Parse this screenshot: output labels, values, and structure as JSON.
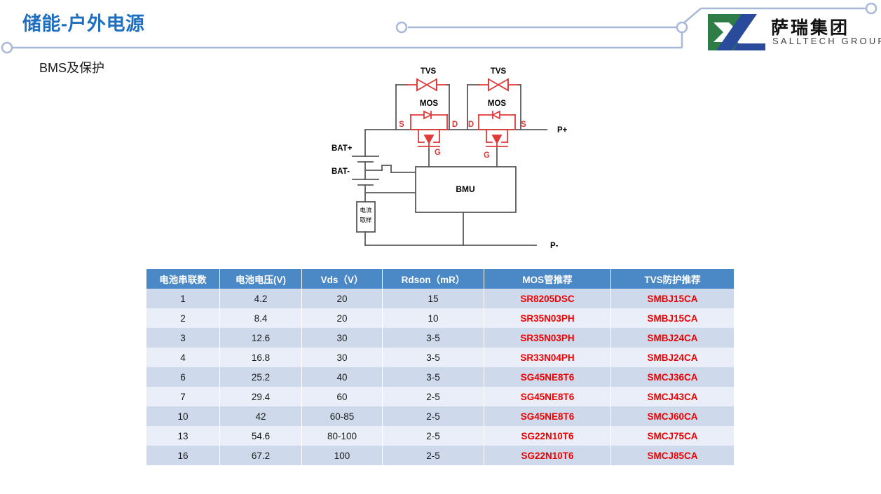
{
  "header": {
    "title": "储能-户外电源",
    "subtitle": "BMS及保护",
    "accent_color": "#1F6FC0",
    "connector_color": "#A8B8D8"
  },
  "logo": {
    "name_cn": "萨瑞集团",
    "name_en": "SALLTECH GROUP",
    "green": "#2E7D46",
    "blue": "#2A4B9B"
  },
  "diagram": {
    "labels": {
      "tvs_left": "TVS",
      "tvs_right": "TVS",
      "mos_left": "MOS",
      "mos_right": "MOS",
      "s_left": "S",
      "d_left": "D",
      "g_left": "G",
      "d_right": "D",
      "s_right": "S",
      "g_right": "G",
      "bat_plus": "BAT+",
      "bat_minus": "BAT-",
      "p_plus": "P+",
      "p_minus": "P-",
      "bmu": "BMU",
      "shunt_line1": "电流",
      "shunt_line2": "取样"
    },
    "wire_color": "#595959",
    "device_color": "#E03A3A"
  },
  "table": {
    "header_color": "#4B88C6",
    "row_odd_color": "#CEDAEB",
    "row_even_color": "#E9EEF8",
    "part_color": "#EE0000",
    "columns": [
      "电池串联数",
      "电池电压(V)",
      "Vds（V）",
      "Rdson（mR）",
      "MOS管推荐",
      "TVS防护推荐"
    ],
    "rows": [
      [
        "1",
        "4.2",
        "20",
        "15",
        "SR8205DSC",
        "SMBJ15CA"
      ],
      [
        "2",
        "8.4",
        "20",
        "10",
        "SR35N03PH",
        "SMBJ15CA"
      ],
      [
        "3",
        "12.6",
        "30",
        "3-5",
        "SR35N03PH",
        "SMBJ24CA"
      ],
      [
        "4",
        "16.8",
        "30",
        "3-5",
        "SR33N04PH",
        "SMBJ24CA"
      ],
      [
        "6",
        "25.2",
        "40",
        "3-5",
        "SG45NE8T6",
        "SMCJ36CA"
      ],
      [
        "7",
        "29.4",
        "60",
        "2-5",
        "SG45NE8T6",
        "SMCJ43CA"
      ],
      [
        "10",
        "42",
        "60-85",
        "2-5",
        "SG45NE8T6",
        "SMCJ60CA"
      ],
      [
        "13",
        "54.6",
        "80-100",
        "2-5",
        "SG22N10T6",
        "SMCJ75CA"
      ],
      [
        "16",
        "67.2",
        "100",
        "2-5",
        "SG22N10T6",
        "SMCJ85CA"
      ]
    ]
  }
}
